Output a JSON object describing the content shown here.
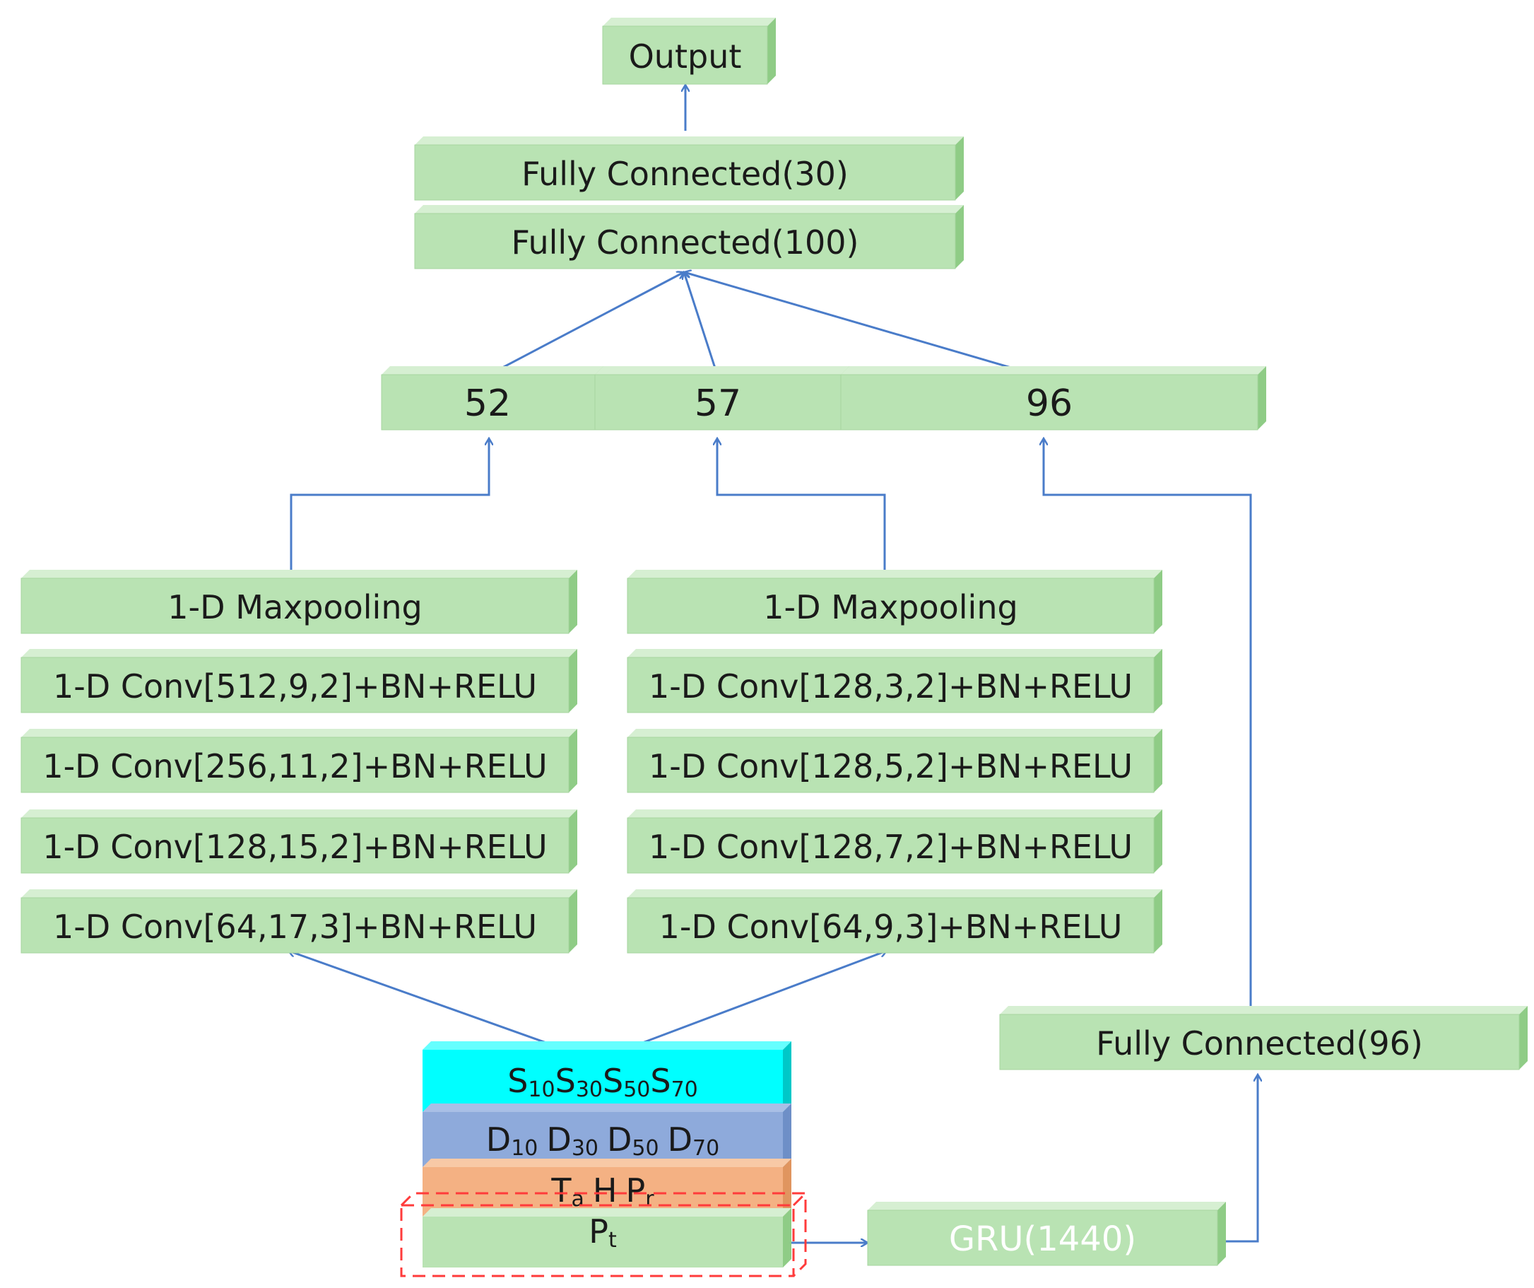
{
  "colors": {
    "block": "#b9e3b3",
    "block_top": "#d6efd2",
    "block_side": "#8fcc86",
    "block_edge": "#a6d49f",
    "arrow": "#4a7cc9",
    "s_layer": "#00ffff",
    "d_layer": "#8eaadb",
    "t_layer": "#f4b183",
    "dash_box": "#ff3b3b",
    "gru_text": "#ffffff"
  },
  "output": "Output",
  "fc30": "Fully Connected(30)",
  "fc100": "Fully Connected(100)",
  "concat": {
    "a": "52",
    "b": "57",
    "c": "96"
  },
  "left_branch": {
    "pool": "1-D Maxpooling",
    "conv4": "1-D Conv[512,9,2]+BN+RELU",
    "conv3": "1-D Conv[256,11,2]+BN+RELU",
    "conv2": "1-D Conv[128,15,2]+BN+RELU",
    "conv1": "1-D Conv[64,17,3]+BN+RELU"
  },
  "mid_branch": {
    "pool": "1-D Maxpooling",
    "conv4": "1-D Conv[128,3,2]+BN+RELU",
    "conv3": "1-D Conv[128,5,2]+BN+RELU",
    "conv2": "1-D Conv[128,7,2]+BN+RELU",
    "conv1": "1-D Conv[64,9,3]+BN+RELU"
  },
  "fc96": "Fully Connected(96)",
  "gru": "GRU(1440)",
  "inputs": {
    "s": {
      "base": "S",
      "subs": [
        "10",
        "30",
        "50",
        "70"
      ]
    },
    "d": {
      "base": "D",
      "subs": [
        "10",
        "30",
        "50",
        "70"
      ]
    },
    "t": {
      "parts": [
        {
          "base": "T",
          "sub": "a"
        },
        {
          "base": "H",
          "sub": ""
        },
        {
          "base": "P",
          "sub": "r"
        }
      ]
    },
    "p": {
      "base": "P",
      "sub": "t"
    }
  }
}
